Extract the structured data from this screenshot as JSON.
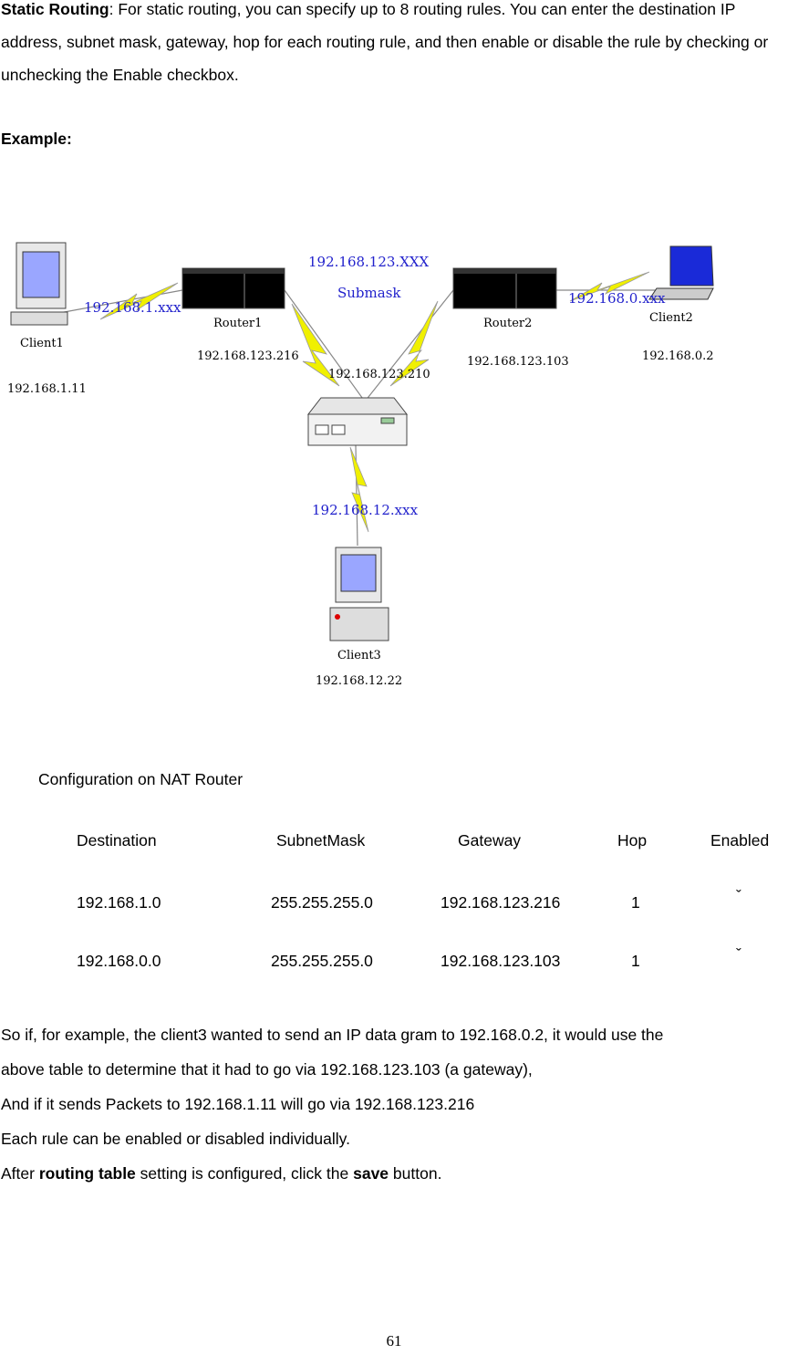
{
  "intro": {
    "heading": "Static Routing",
    "text": ": For static routing, you can specify up to 8 routing rules. You can enter the destination IP address, subnet mask, gateway, hop for each routing rule, and then enable or disable the rule by checking or unchecking the Enable checkbox."
  },
  "example_label": "Example:",
  "diagram": {
    "client1_label": "Client1",
    "client1_ip": "192.168.1.11",
    "link1_label": "192.168.1.xxx",
    "router1_label": "Router1",
    "router1_ip": "192.168.123.216",
    "center_net_label": "192.168.123.XXX",
    "center_net_sub": "Submask",
    "router2_label": "Router2",
    "router2_ip": "192.168.123.103",
    "link2_label": "192.168.0.xxx",
    "client2_label": "Client2",
    "client2_ip": "192.168.0.2",
    "nat_ip": "192.168.123.210",
    "link3_label": "192.168.12.xxx",
    "client3_label": "Client3",
    "client3_ip": "192.168.12.22"
  },
  "config_title": "Configuration on NAT Router",
  "table": {
    "headers": [
      "Destination",
      "SubnetMask",
      "Gateway",
      "Hop",
      "Enabled"
    ],
    "rows": [
      [
        "192.168.1.0",
        "255.255.255.0",
        "192.168.123.216",
        "1",
        "ˇ"
      ],
      [
        "192.168.0.0",
        "255.255.255.0",
        "192.168.123.103",
        "1",
        "ˇ"
      ]
    ]
  },
  "closing": {
    "line1": "So if, for example, the client3 wanted to send an IP data gram to 192.168.0.2, it would use the",
    "line2": "above table to determine that it had to go via 192.168.123.103 (a gateway),",
    "line3": "And if it sends Packets to 192.168.1.11 will go via 192.168.123.216",
    "line4": "Each rule can be enabled or disabled individually.",
    "line5_a": "After ",
    "line5_b": "routing table",
    "line5_c": " setting is configured, click the ",
    "line5_d": "save",
    "line5_e": " button."
  },
  "page_number": "61"
}
